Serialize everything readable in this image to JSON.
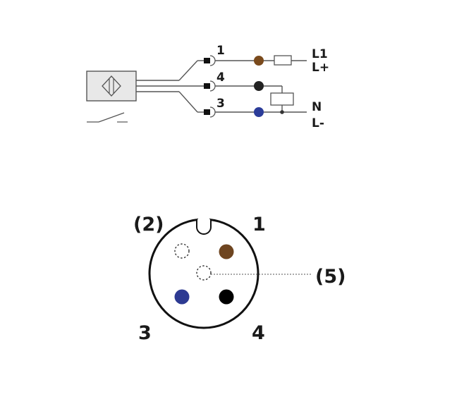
{
  "wiring": {
    "pins": [
      {
        "label": "1",
        "color": "#7a4a1c"
      },
      {
        "label": "4",
        "color": "#222222"
      },
      {
        "label": "3",
        "color": "#2b3c99"
      }
    ],
    "terminals": {
      "l1": "L1",
      "lplus": "L+",
      "n": "N",
      "lminus": "L-"
    }
  },
  "connector": {
    "labels": {
      "pin2": "(2)",
      "pin1": "1",
      "pin5": "(5)",
      "pin3": "3",
      "pin4": "4"
    },
    "colors": {
      "brown": "#6e4520",
      "black": "#000000",
      "blue": "#2d3a92"
    }
  }
}
